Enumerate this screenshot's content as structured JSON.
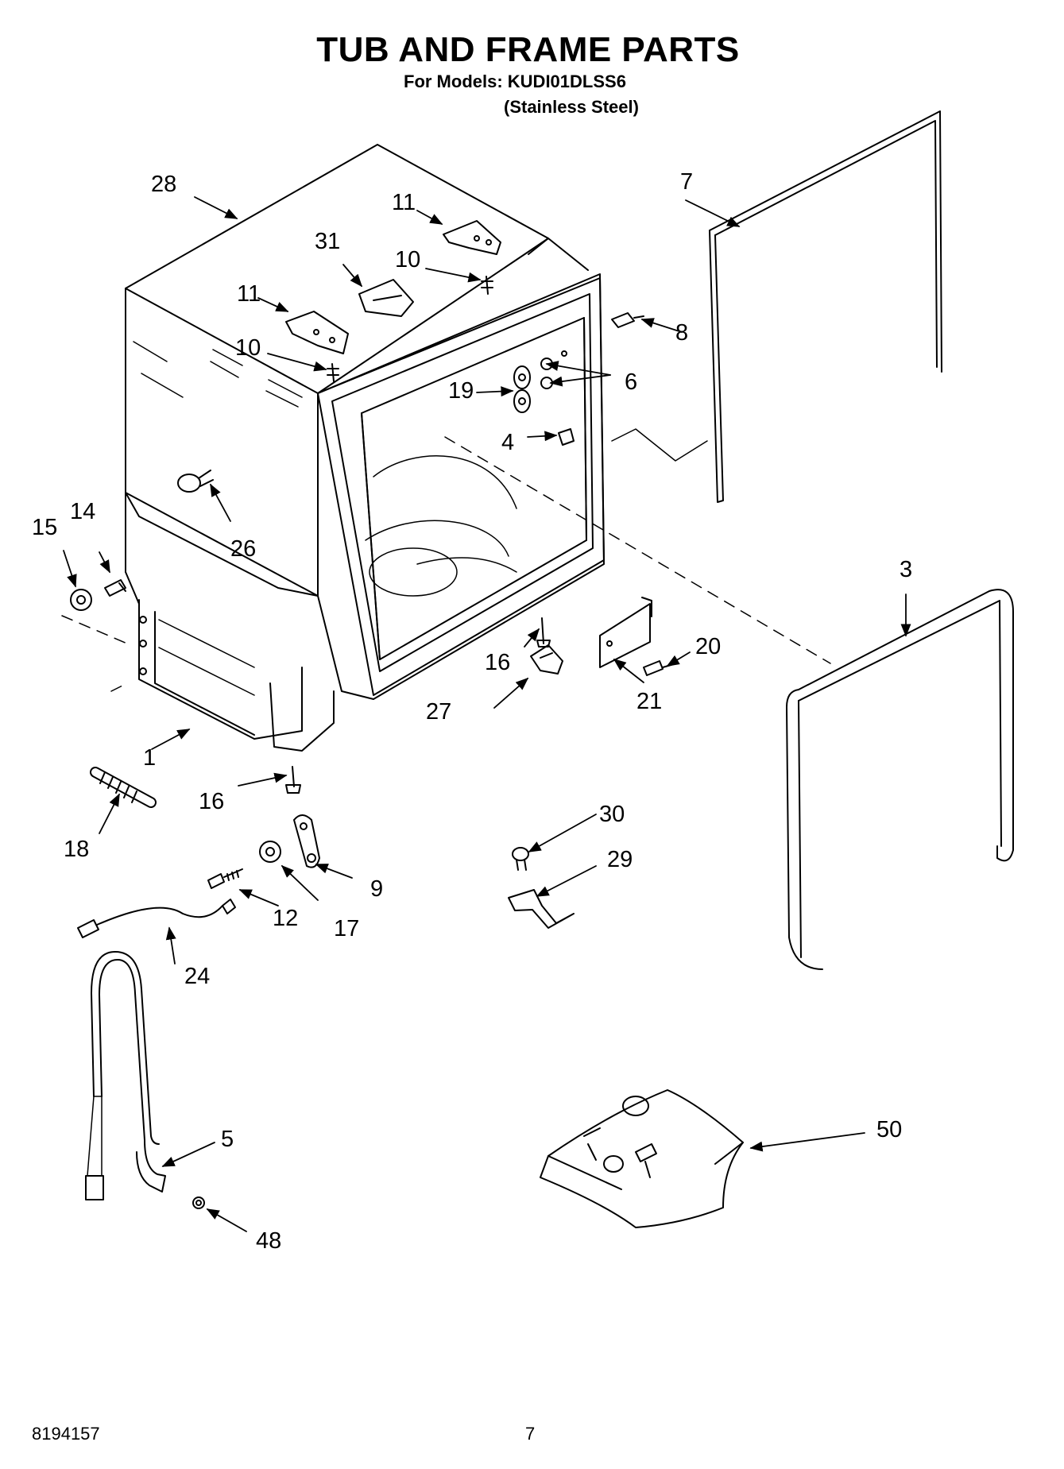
{
  "header": {
    "title": "TUB AND FRAME PARTS",
    "models_line": "For Models: KUDI01DLSS6",
    "variant_line": "(Stainless Steel)"
  },
  "footer": {
    "document_number": "8194157",
    "page_number": "7"
  },
  "callouts": {
    "c1": "1",
    "c3": "3",
    "c4": "4",
    "c5": "5",
    "c6": "6",
    "c7": "7",
    "c8": "8",
    "c9": "9",
    "c10a": "10",
    "c10b": "10",
    "c11a": "11",
    "c11b": "11",
    "c12": "12",
    "c14": "14",
    "c15": "15",
    "c16a": "16",
    "c16b": "16",
    "c17": "17",
    "c18": "18",
    "c19": "19",
    "c20": "20",
    "c21": "21",
    "c24": "24",
    "c26": "26",
    "c27": "27",
    "c28": "28",
    "c29": "29",
    "c30": "30",
    "c31": "31",
    "c48": "48",
    "c50": "50"
  }
}
